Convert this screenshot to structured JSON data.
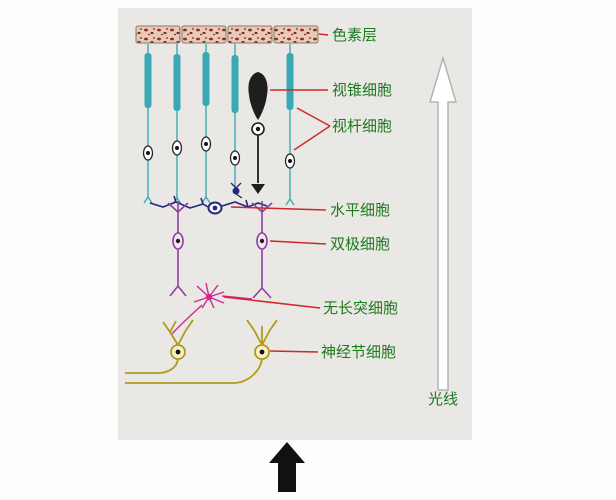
{
  "figure": {
    "title_hint": "retina cell layers diagram",
    "labels": {
      "pigment": "色素层",
      "cone": "视锥细胞",
      "rod": "视杆细胞",
      "horizontal": "水平细胞",
      "bipolar": "双极细胞",
      "amacrine": "无长突细胞",
      "ganglion": "神经节细胞",
      "light": "光线"
    },
    "colors": {
      "panel_gray": "#eae8e5",
      "photoreceptor_teal": "#3ba9b5",
      "cone_black": "#1e1e1e",
      "pigment_base": "#e8cab7",
      "pigment_speck": "#8d3030",
      "horizontal_navy": "#26267e",
      "bipolar_purple": "#8f3f9f",
      "amacrine_magenta": "#d02a8e",
      "ganglion_olive": "#b09a18",
      "leader_red": "#cc2a2a",
      "label_green": "#1e7a1e"
    }
  }
}
